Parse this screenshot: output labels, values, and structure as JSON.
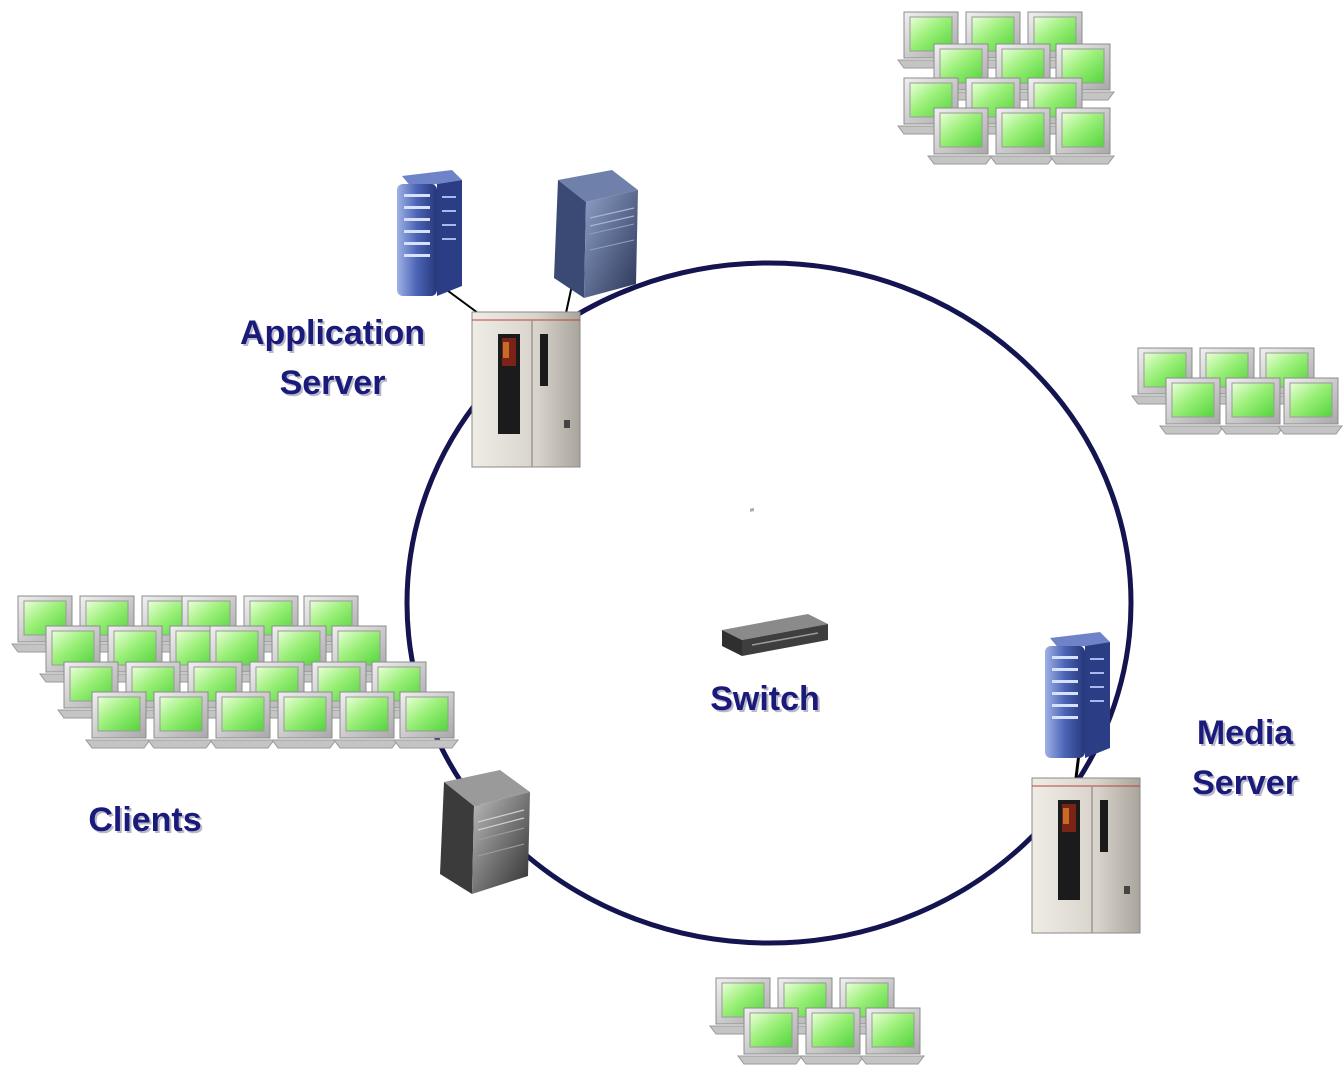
{
  "labels": {
    "application_server_line1": "Application",
    "application_server_line2": "Server",
    "switch": "Switch",
    "media_server_line1": "Media",
    "media_server_line2": "Server",
    "clients": "Clients"
  },
  "colors": {
    "ring": "#141450",
    "label_text": "#1a1a7a",
    "monitor_screen": "#7ee85a",
    "monitor_frame": "#cfcfcf",
    "server_tower_blue": "#4a5fa8",
    "server_cabinet_dark": "#3c4a6a",
    "storage_cabinet": "#d6d2cc",
    "storage_gray": "#4a4a4a"
  },
  "icons": [
    "desktop-computer-icon",
    "blue-server-tower-icon",
    "blue-server-cabinet-icon",
    "storage-library-icon",
    "gray-server-cabinet-icon",
    "network-switch-icon"
  ]
}
